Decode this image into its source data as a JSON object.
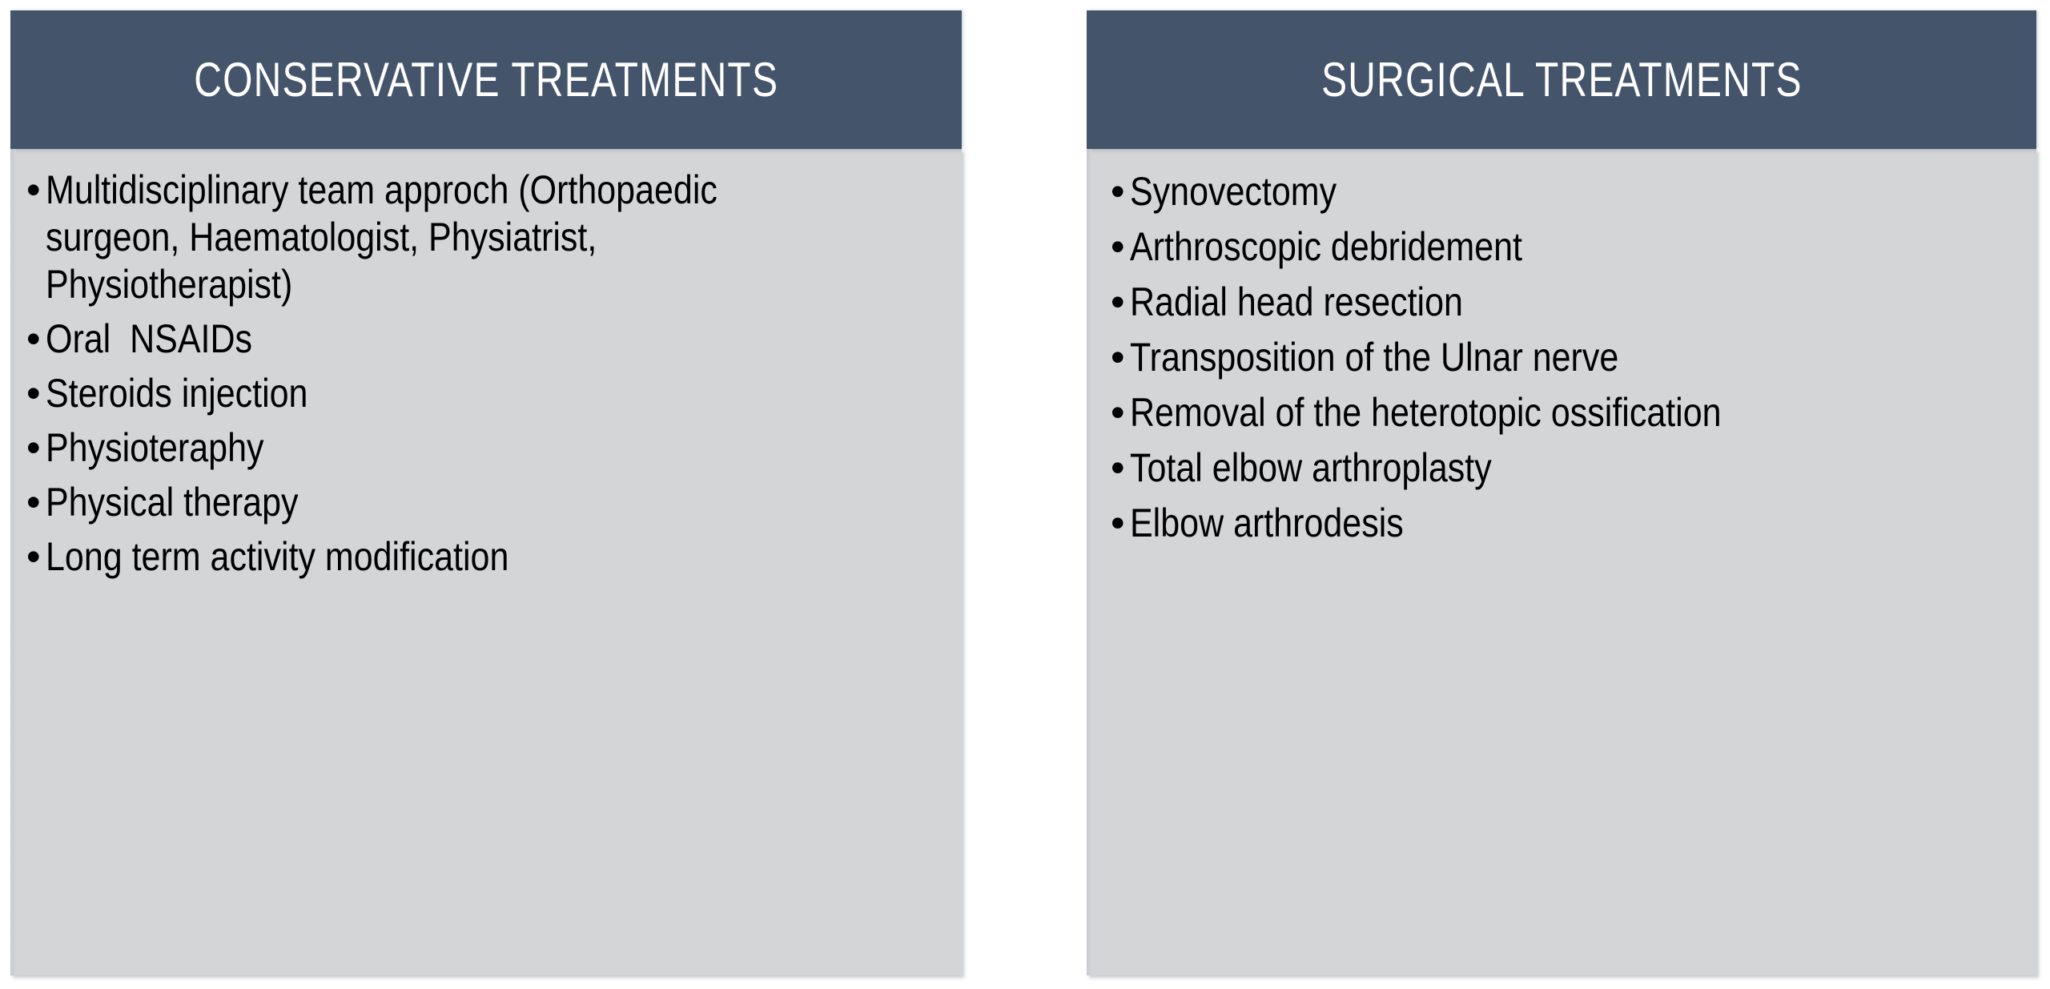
{
  "slide": {
    "background_color": "#ffffff",
    "header_color": "#44546a",
    "body_color": "#d4d5d7",
    "text_color": "#000000",
    "header_text_color": "#ffffff",
    "bullet_glyph": "•"
  },
  "panels": [
    {
      "id": "conservative",
      "title": "CONSERVATIVE TREATMENTS",
      "bullets": [
        "Multidisciplinary team approch (Orthopaedic surgeon, Haematologist, Physiatrist, Physiotherapist)",
        "Oral  NSAIDs",
        "Steroids injection",
        "Physioteraphy",
        "Physical therapy",
        "Long term activity modification"
      ]
    },
    {
      "id": "surgical",
      "title": "SURGICAL TREATMENTS",
      "bullets": [
        "Synovectomy",
        "Arthroscopic debridement",
        "Radial head resection",
        "Transposition of the Ulnar nerve",
        "Removal of the heterotopic ossification",
        "Total elbow arthroplasty",
        "Elbow arthrodesis"
      ]
    }
  ]
}
